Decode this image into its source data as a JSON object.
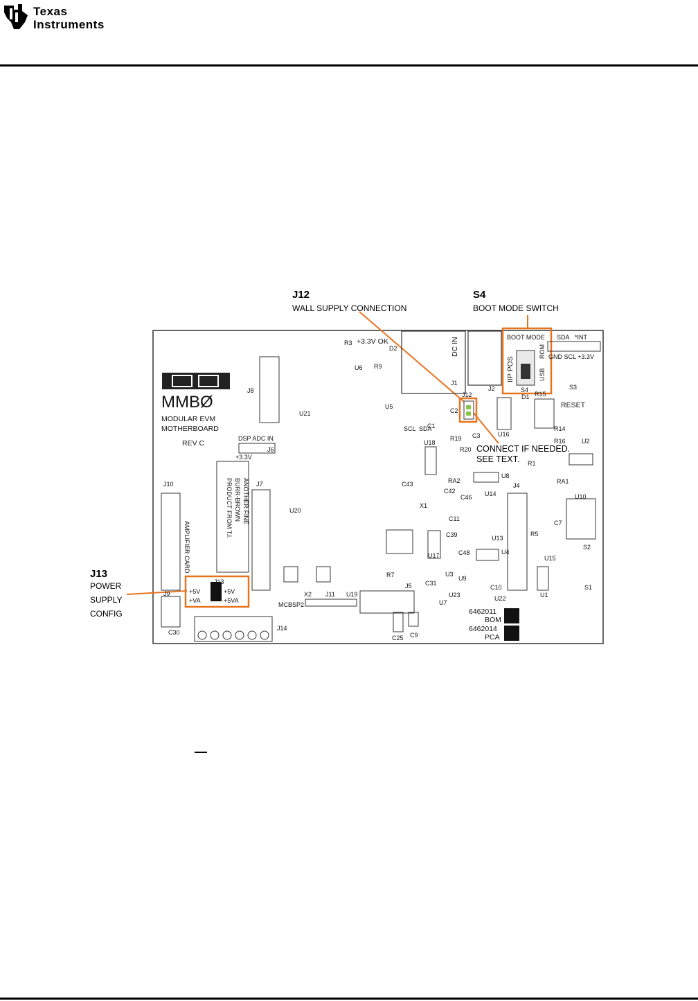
{
  "header": {
    "logo_line1": "Texas",
    "logo_line2": "Instruments"
  },
  "callouts": {
    "j12": {
      "title": "J12",
      "subtitle": "WALL SUPPLY CONNECTION"
    },
    "s4": {
      "title": "S4",
      "subtitle": "BOOT MODE SWITCH"
    },
    "j13": {
      "title": "J13",
      "line1": "POWER",
      "line2": "SUPPLY",
      "line3": "CONFIG"
    },
    "connect_note": {
      "line1": "CONNECT IF NEEDED.",
      "line2": "SEE TEXT."
    }
  },
  "board": {
    "logo": "BB",
    "name": "MMBØ",
    "desc1": "MODULAR EVM",
    "desc2": "MOTHERBOARD",
    "rev": "REV C",
    "bom1": "6462011",
    "bom2": "BOM",
    "pca1": "6462014",
    "pca2": "PCA",
    "text_block": [
      "ANOTHER FINE",
      "BURR-BROWN",
      "PRODUCT FROM T.I."
    ],
    "amp_card": "AMPLIFIER CARD",
    "power_ok": "+3.3V OK",
    "dc_in": "DC IN",
    "reset": "RESET",
    "boot_mode": "BOOT MODE",
    "ip_pos": "IIP POS",
    "rom": "ROM",
    "usb": "USB",
    "dsp_adc_in": "DSP ADC IN",
    "plus33": "+3.3V",
    "mcbsp2": "MCBSP2",
    "sda": "SDA",
    "int": "*INT",
    "gnd_scl": "GND  SCL  +3.3V",
    "jumper": {
      "j13_label": "J13",
      "plus5v": "+5V",
      "plus5v_r": "+5V",
      "plus_va": "+VA",
      "plus_5va": "+5VA"
    },
    "refdes": [
      "R3",
      "U6",
      "R9",
      "D2",
      "J8",
      "U21",
      "U5",
      "J1",
      "J2",
      "J12",
      "C2",
      "C1",
      "C3",
      "U16",
      "D1",
      "R15",
      "R14",
      "R16",
      "S3",
      "U2",
      "R19",
      "U18",
      "R20",
      "R1",
      "RA1",
      "SCL",
      "SDA",
      "J6",
      "J7",
      "U20",
      "C43",
      "RA2",
      "C42",
      "U8",
      "J4",
      "C46",
      "U14",
      "C11",
      "C39",
      "U13",
      "U10",
      "C7",
      "R5",
      "S2",
      "U15",
      "U17",
      "C48",
      "U4",
      "J10",
      "J9",
      "X1",
      "R7",
      "U3",
      "U9",
      "C10",
      "U1",
      "S1",
      "C31",
      "X2",
      "J11",
      "U19",
      "J5",
      "U23",
      "U7",
      "U22",
      "C25",
      "C9",
      "C30",
      "J14",
      "S4"
    ]
  }
}
